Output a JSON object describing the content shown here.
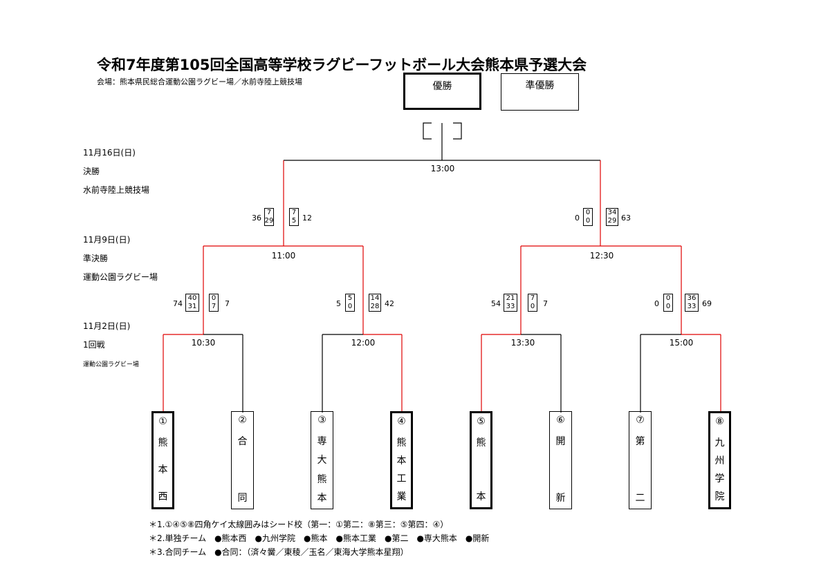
{
  "title": "令和7年度第105回全国高等学校ラグビーフットボール大会熊本県予選大会",
  "venue": "会場：熊本県民総合運動公園ラグビー場／水前寺陸上競技場",
  "champion_label": "優勝",
  "runnerup_label": "準優勝",
  "final_block": {
    "date": "11月16日(日)",
    "round": "決勝",
    "place": "水前寺陸上競技場"
  },
  "semi_block": {
    "date": "11月9日(日)",
    "round": "準決勝",
    "place": "運動公園ラグビー場"
  },
  "first_block": {
    "date": "11月2日(日)",
    "round": "1回戦",
    "place": "運動公園ラグビー場"
  },
  "times": {
    "final": "13:00",
    "semi_left": "11:00",
    "semi_right": "12:30",
    "r1_a": "10:30",
    "r1_b": "12:00",
    "r1_c": "13:30",
    "r1_d": "15:00"
  },
  "scores": {
    "final_left": {
      "total": "36",
      "h1": "7",
      "h2": "29"
    },
    "final_left_opp": {
      "total": "12",
      "h1": "7",
      "h2": "5"
    },
    "final_right_opp": {
      "total": "0",
      "h1": "0",
      "h2": "0"
    },
    "final_right": {
      "total": "63",
      "h1": "34",
      "h2": "29"
    },
    "sl_left": {
      "total": "74",
      "h1": "40",
      "h2": "31"
    },
    "sl_right": {
      "total": "7",
      "h1": "0",
      "h2": "7"
    },
    "sl2_left": {
      "total": "5",
      "h1": "5",
      "h2": "0"
    },
    "sl2_right": {
      "total": "42",
      "h1": "14",
      "h2": "28"
    },
    "sr_left": {
      "total": "54",
      "h1": "21",
      "h2": "33"
    },
    "sr_right": {
      "total": "7",
      "h1": "7",
      "h2": "0"
    },
    "sr2_left": {
      "total": "0",
      "h1": "0",
      "h2": "0"
    },
    "sr2_right": {
      "total": "69",
      "h1": "36",
      "h2": "33"
    }
  },
  "teams": [
    {
      "num": "①",
      "chars": [
        "熊",
        "本",
        "西"
      ],
      "seed": true
    },
    {
      "num": "②",
      "chars": [
        "合",
        "",
        "同"
      ],
      "seed": false
    },
    {
      "num": "③",
      "chars": [
        "専",
        "大",
        "熊",
        "本"
      ],
      "seed": false
    },
    {
      "num": "④",
      "chars": [
        "熊",
        "本",
        "工",
        "業"
      ],
      "seed": true
    },
    {
      "num": "⑤",
      "chars": [
        "熊",
        "",
        "本"
      ],
      "seed": true
    },
    {
      "num": "⑥",
      "chars": [
        "開",
        "",
        "新"
      ],
      "seed": false
    },
    {
      "num": "⑦",
      "chars": [
        "第",
        "",
        "二"
      ],
      "seed": false
    },
    {
      "num": "⑧",
      "chars": [
        "九",
        "州",
        "学",
        "院"
      ],
      "seed": true
    }
  ],
  "notes": [
    "＊1.①④⑤⑧四角ケイ太線囲みはシード校（第一：①第二：⑧第三：⑤第四：④）",
    "＊2.単独チーム　●熊本西　●九州学院　●熊本　●熊本工業　●第二　●専大熊本　●開新",
    "＊3.合同チーム　●合同：（済々黌／東稜／玉名／東海大学熊本星翔）"
  ],
  "colors": {
    "win_line": "#e00000",
    "line": "#000000"
  }
}
